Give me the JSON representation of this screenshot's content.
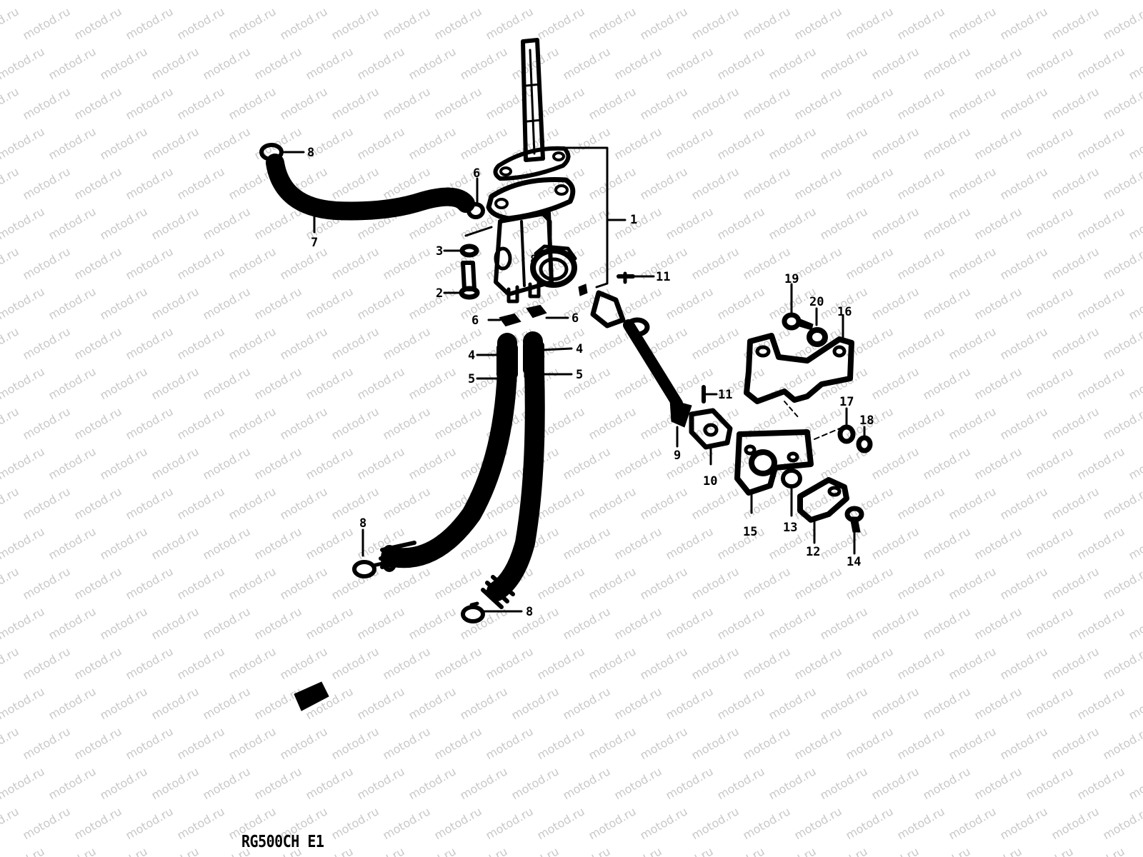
{
  "diagram": {
    "model_code": "RG500CH E1",
    "watermark_text": "motod.ru",
    "colors": {
      "ink": "#000000",
      "paper": "#ffffff",
      "watermark": "#c8c8c8"
    },
    "callouts": [
      {
        "id": "c1",
        "label": "1"
      },
      {
        "id": "c2",
        "label": "2"
      },
      {
        "id": "c3",
        "label": "3"
      },
      {
        "id": "c4a",
        "label": "4"
      },
      {
        "id": "c4b",
        "label": "4"
      },
      {
        "id": "c5a",
        "label": "5"
      },
      {
        "id": "c5b",
        "label": "5"
      },
      {
        "id": "c6a",
        "label": "6"
      },
      {
        "id": "c6b",
        "label": "6"
      },
      {
        "id": "c6c",
        "label": "6"
      },
      {
        "id": "c7",
        "label": "7"
      },
      {
        "id": "c8a",
        "label": "8"
      },
      {
        "id": "c8b",
        "label": "8"
      },
      {
        "id": "c8c",
        "label": "8"
      },
      {
        "id": "c8d",
        "label": "8"
      },
      {
        "id": "c9",
        "label": "9"
      },
      {
        "id": "c10",
        "label": "10"
      },
      {
        "id": "c11a",
        "label": "11"
      },
      {
        "id": "c11b",
        "label": "11"
      },
      {
        "id": "c12",
        "label": "12"
      },
      {
        "id": "c13",
        "label": "13"
      },
      {
        "id": "c14",
        "label": "14"
      },
      {
        "id": "c15",
        "label": "15"
      },
      {
        "id": "c16",
        "label": "16"
      },
      {
        "id": "c17",
        "label": "17"
      },
      {
        "id": "c18",
        "label": "18"
      },
      {
        "id": "c19",
        "label": "19"
      },
      {
        "id": "c20",
        "label": "20"
      }
    ]
  }
}
